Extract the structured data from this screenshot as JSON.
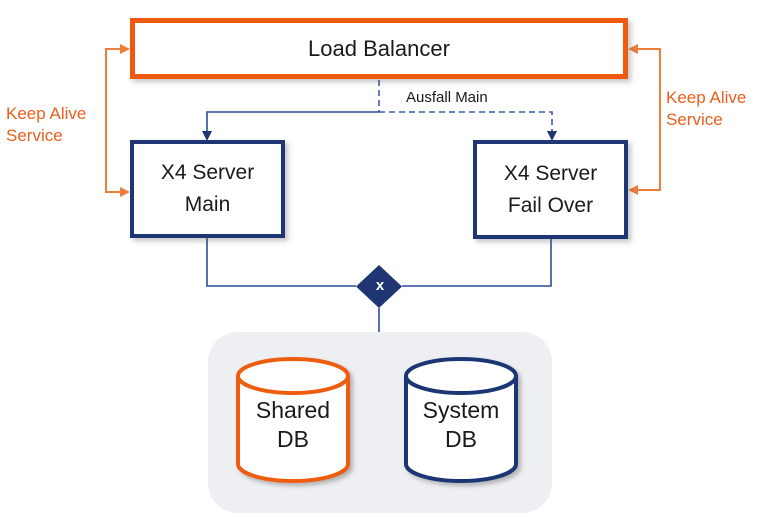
{
  "diagram": {
    "load_balancer": {
      "label": "Load Balancer"
    },
    "servers": {
      "main": {
        "label": "X4 Server\nMain"
      },
      "failover": {
        "label": "X4 Server\nFail Over"
      }
    },
    "connections": {
      "ausfall_label": "Ausfall Main",
      "keep_alive_left": "Keep Alive\nService",
      "keep_alive_right": "Keep Alive\nService",
      "junction_label": "x"
    },
    "databases": {
      "shared": {
        "label": "Shared\nDB"
      },
      "system": {
        "label": "System\nDB"
      }
    },
    "colors": {
      "orange_primary": "#EE5B0F",
      "orange_line": "#EF7D3A",
      "orange_text": "#E95F1D",
      "navy_primary": "#1F3574",
      "connector_blue": "#2E4C96",
      "container_gray": "#EEEFF3"
    }
  }
}
